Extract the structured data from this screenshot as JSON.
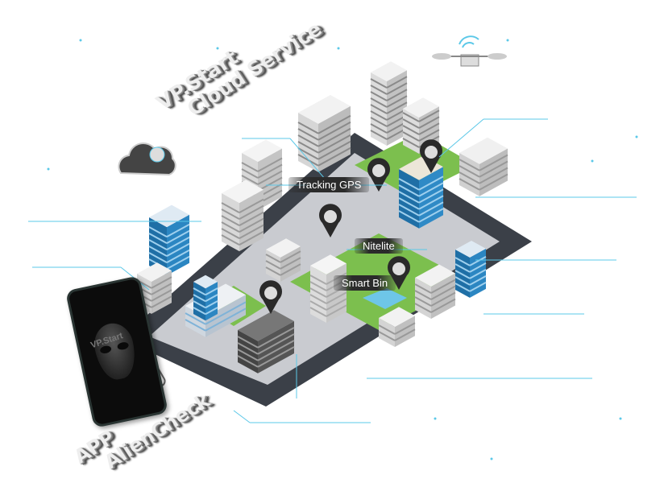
{
  "brand": {
    "cloud_title_line1": "VP.Start",
    "cloud_title_line2": "Cloud Service"
  },
  "app": {
    "title_line1": "APP",
    "title_line2": "AlienCheck",
    "phone_brand": "VP.Start"
  },
  "labels": {
    "tracking_gps": "Tracking GPS",
    "nitelite": "Nitelite",
    "smart_bin": "Smart Bin"
  },
  "colors": {
    "accent_line": "#5bc8e8",
    "road": "#3b4048",
    "grass": "#7cbf4e",
    "glass": "#1f6fa6",
    "building": "#e8e6e2"
  }
}
